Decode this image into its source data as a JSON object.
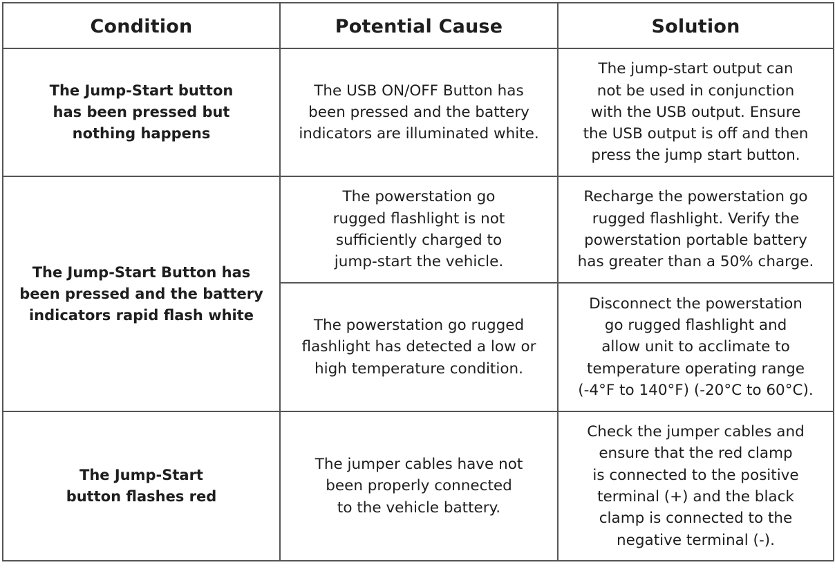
{
  "table": {
    "headers": [
      "Condition",
      "Potential Cause",
      "Solution"
    ],
    "rows": [
      {
        "condition": [
          "The Jump-Start button",
          "has been pressed but",
          "nothing happens"
        ],
        "cause": [
          "The USB ON/OFF Button has",
          "been pressed and the battery",
          "indicators are illuminated white."
        ],
        "solution": [
          "The jump-start output can",
          "not be used in conjunction",
          "with the USB output. Ensure",
          "the USB output is off and then",
          "press the jump start button."
        ]
      },
      {
        "condition": [
          "The Jump-Start Button has",
          "been pressed and the battery",
          "indicators rapid flash white"
        ],
        "cause": [
          "The powerstation go",
          "rugged flashlight is not",
          "sufficiently charged to",
          "jump-start the vehicle."
        ],
        "solution": [
          "Recharge the powerstation go",
          "rugged flashlight. Verify the",
          "powerstation portable battery",
          "has greater than a 50% charge."
        ]
      },
      {
        "cause": [
          "The powerstation go rugged",
          "flashlight has detected a low or",
          "high temperature condition."
        ],
        "solution": [
          "Disconnect the powerstation",
          "go rugged flashlight and",
          "allow unit to acclimate to",
          "temperature operating range",
          "(-4°F to 140°F) (-20°C to 60°C)."
        ]
      },
      {
        "condition": [
          "The Jump-Start",
          "button flashes red"
        ],
        "cause": [
          "The jumper cables have not",
          "been properly connected",
          "to the vehicle battery."
        ],
        "solution": [
          "Check the jumper cables and",
          "ensure that the red clamp",
          "is connected to the positive",
          "terminal (+) and the black",
          "clamp is connected to the",
          "negative terminal (-)."
        ]
      }
    ]
  },
  "colors": {
    "border": "#555555",
    "text": "#1e1e1e",
    "background": "#ffffff"
  }
}
